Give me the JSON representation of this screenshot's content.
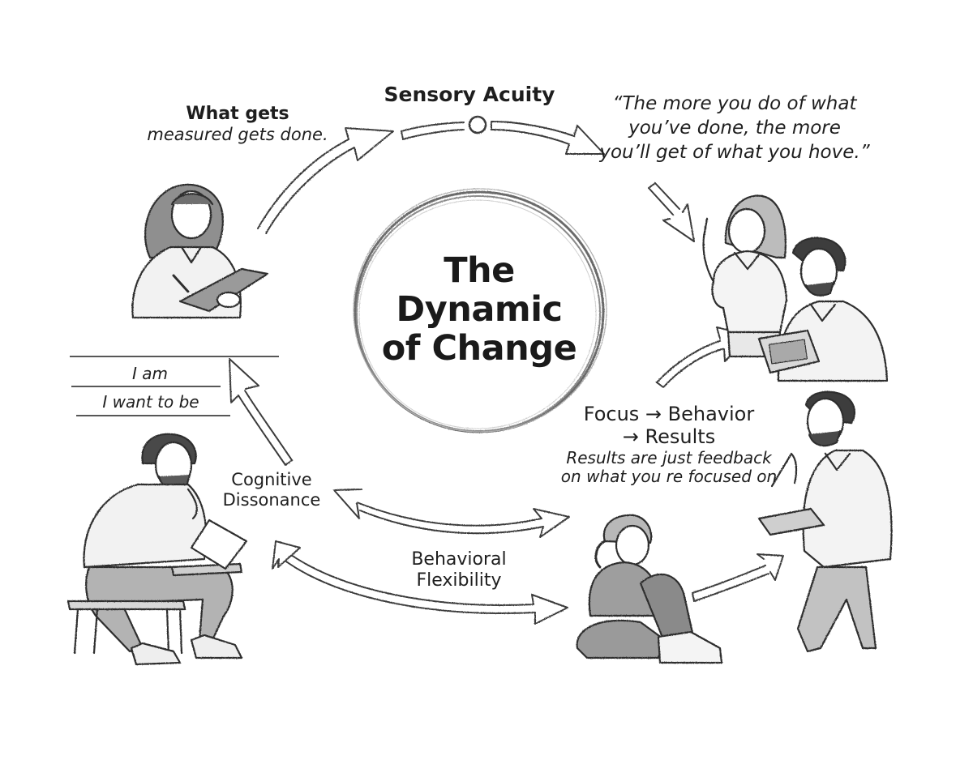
{
  "diagram": {
    "title": {
      "line1": "The",
      "line2": "Dynamic",
      "line3": "of Change"
    },
    "nodes": {
      "sensory_acuity": {
        "label": "Sensory Acuity"
      },
      "measured": {
        "line1": "What gets",
        "line2": "measured gets done."
      },
      "quote": {
        "line1": "“The more you do of what",
        "line2": "you’ve done, the more",
        "line3": "you’ll get of what you hove.”"
      },
      "i_am": {
        "line1": "I am",
        "line2": "I want to be"
      },
      "cognitive_dissonance": {
        "line1": "Cognitive",
        "line2": "Dissonance"
      },
      "behavioral_flexibility": {
        "line1": "Behavioral",
        "line2": "Flexibility"
      },
      "focus": {
        "line1": "Focus → Behavior",
        "line2": "→ Results",
        "sub1": "Results are just feedback",
        "sub2": "on what you re focused on"
      }
    },
    "figures": [
      {
        "name": "woman-with-clipboard",
        "description": "woman writing on a clipboard"
      },
      {
        "name": "woman-pointing",
        "description": "woman pointing up"
      },
      {
        "name": "man-with-tablet",
        "description": "man holding a tablet with a chart"
      },
      {
        "name": "man-thinking-seated",
        "description": "man seated on stool, thinking, writing"
      },
      {
        "name": "woman-tying-shoe",
        "description": "woman sitting tying her shoe"
      },
      {
        "name": "man-presenting",
        "description": "man presenting with tablet"
      }
    ],
    "colors": {
      "ink": "#1e1e1e",
      "pencil": "#4a4a4a",
      "shade": "#bdbdbd",
      "paper": "#ffffff"
    }
  }
}
